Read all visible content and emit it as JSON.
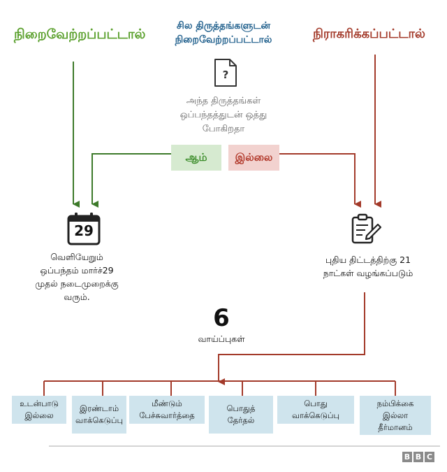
{
  "titles": {
    "approved": "நிறைவேற்றப்பட்டால்",
    "amended_line1": "சில  திருத்தங்களுடன்",
    "amended_line2": "நிறைவேற்றப்பட்டால்",
    "rejected": "நிராகரிக்கப்பட்டால்"
  },
  "question": {
    "line1": "அந்த  திருத்தங்கள்",
    "line2": "ஒப்பந்தத்துடன்  ஒத்து",
    "line3": "போகிறதா",
    "yes": "ஆம்",
    "no": "இல்லை"
  },
  "calendar": {
    "day": "29"
  },
  "exit_text": {
    "line1": "வெளியேறும்",
    "line2": "ஒப்பந்தம்  மார்ச்29",
    "line3": "முதல்  நடைமுறைக்கு",
    "line4": "வரும்."
  },
  "new_plan_text": {
    "line1": "புதிய  திட்டத்திற்கு  21",
    "line2": "நாட்கள்  வழங்கப்படும்"
  },
  "options": {
    "count": "6",
    "label": "வாய்ப்புகள்",
    "items": [
      {
        "line1": "உடன்பாடு",
        "line2": "இல்லை"
      },
      {
        "line1": "இரண்டாம்",
        "line2": "வாக்கெடுப்பு"
      },
      {
        "line1": "மீண்டும்",
        "line2": "பேச்சுவார்த்தை"
      },
      {
        "line1": "பொதுத்",
        "line2": "தேர்தல்"
      },
      {
        "line1": "பொது",
        "line2": "வாக்கெடுப்பு"
      },
      {
        "line1": "நம்பிக்கை",
        "line2": "இல்லா",
        "line3": "தீர்மானம்"
      }
    ]
  },
  "brand": {
    "b1": "B",
    "b2": "B",
    "b3": "C"
  },
  "colors": {
    "green": "#3d7a2a",
    "red": "#a33a2a",
    "yes_bg": "#d6ead0",
    "no_bg": "#f2d2cf",
    "option_bg": "#cfe4ed"
  }
}
